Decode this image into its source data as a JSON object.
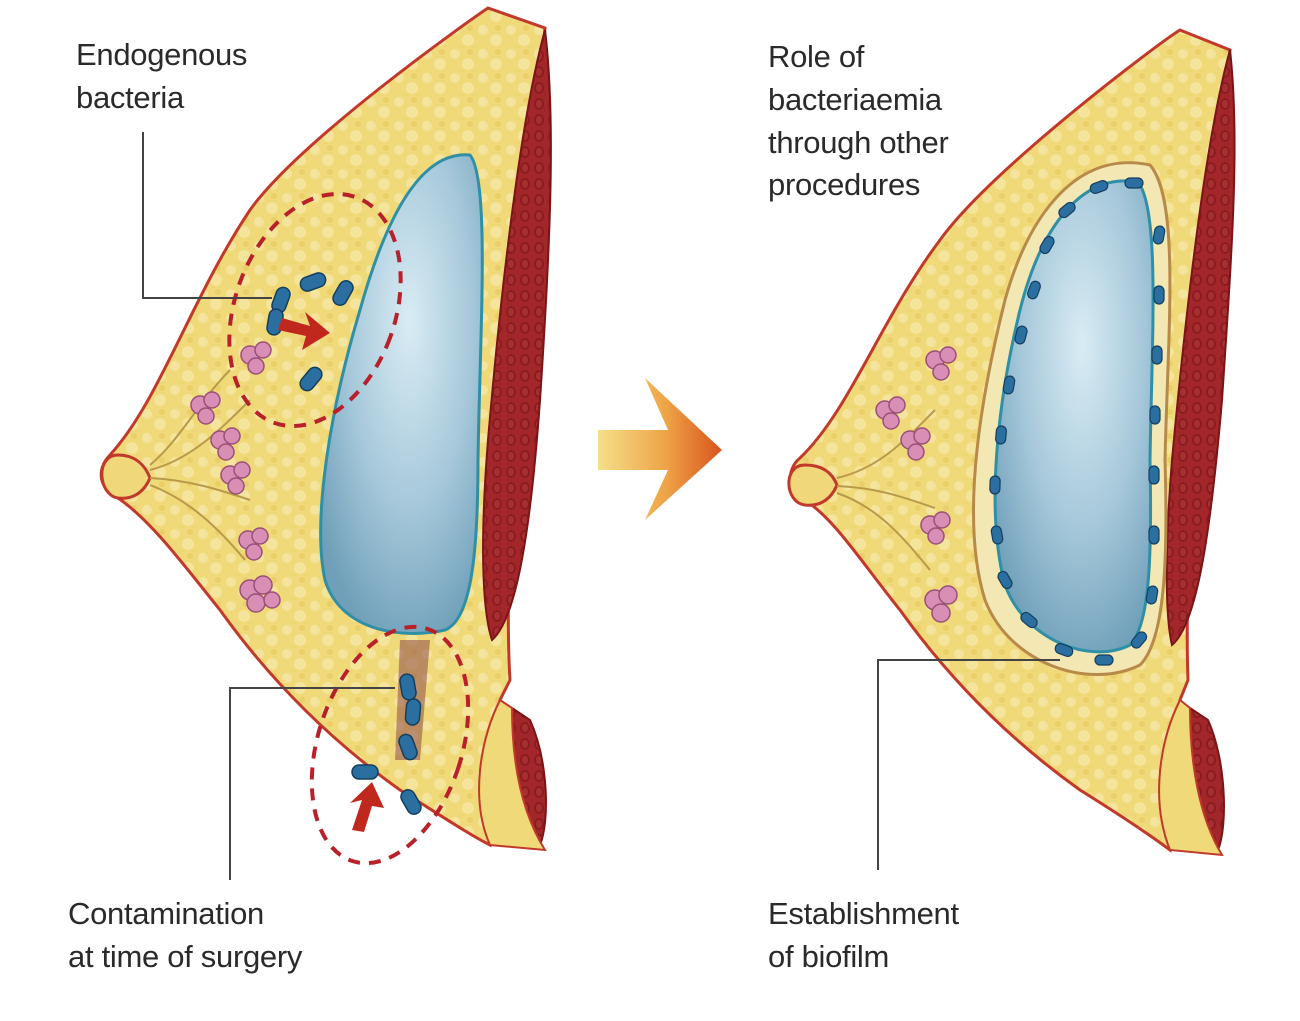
{
  "labels": {
    "endogenous": "Endogenous\nbacteria",
    "contamination": "Contamination\nat time of surgery",
    "bacteriaemia": "Role of\nbacteriaemia\nthrough other\nprocedures",
    "biofilm": "Establishment\nof biofilm"
  },
  "colors": {
    "skin_outline": "#c0392b",
    "fat": "#efd77a",
    "implant": "#9ec3d6",
    "implant_edge": "#2f8fa6",
    "muscle": "#a3272a",
    "gland": "#d98fb5",
    "bacteria": "#2b6fa0",
    "arrow_red": "#c0281e",
    "transition_arrow_start": "#f3d77a",
    "transition_arrow_end": "#d9531c",
    "leader_line": "#444444"
  }
}
